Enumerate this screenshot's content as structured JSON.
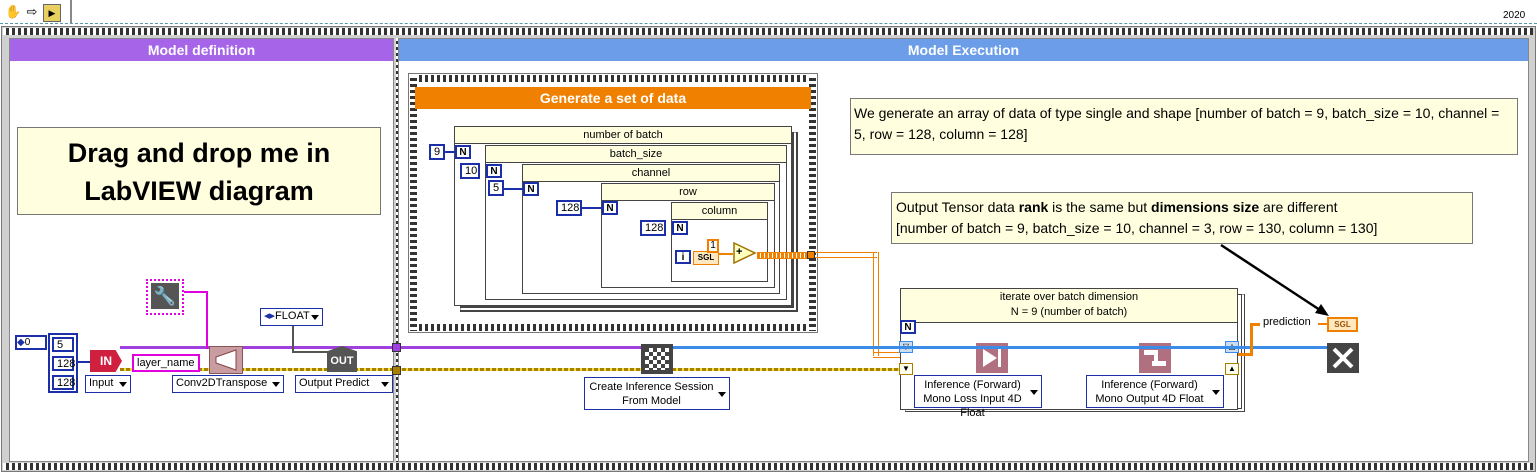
{
  "toolbar": {
    "version": "2020"
  },
  "model_definition": {
    "title": "Model definition",
    "drag_note": "Drag and drop me in LabVIEW diagram",
    "shape_constant": [
      "0",
      "5",
      "128",
      "128"
    ],
    "input_label": "Input",
    "layer_name": "layer_name",
    "layer_selector": "Conv2DTranspose",
    "dtype": "FLOAT",
    "output_selector": "Output Predict",
    "in_icon_text": "IN",
    "out_icon_text": "OUT"
  },
  "model_execution": {
    "title": "Model Execution",
    "generate_box": {
      "title": "Generate a set of data",
      "loops": [
        "number of batch",
        "batch_size",
        "channel",
        "row",
        "column"
      ],
      "counts": [
        "9",
        "10",
        "5",
        "128",
        "128"
      ],
      "loop_terminal": "N",
      "index_terminal": "i",
      "increment_constant": "1",
      "conversion_label": "SGL",
      "add_symbol": "+"
    },
    "description": "We generate an array of data of type single and shape [number of batch = 9, batch_size = 10, channel = 5, row = 128, column = 128]",
    "output_note": {
      "prefix": "Output Tensor data ",
      "rank": "rank",
      "middle": " is the same but ",
      "dims": "dimensions size",
      "suffix": " are different",
      "line2": "[number of batch = 9, batch_size = 10, channel = 3, row = 130, column = 130]"
    },
    "create_session": "Create Inference Session From Model",
    "iterate_loop": {
      "line1": "iterate over batch dimension",
      "line2": "N = 9 (number of batch)"
    },
    "inference_input": "Inference (Forward) Mono Loss Input 4D Float",
    "inference_output": "Inference (Forward) Mono Output 4D Float",
    "prediction_label": "prediction",
    "prediction_type": "SGL"
  },
  "colors": {
    "purple_header": "#a664e8",
    "blue_header": "#6b9de8",
    "orange_header": "#f08000",
    "wire_blue": "#3b8be8",
    "wire_purple": "#a040e0",
    "wire_orange": "#f08020"
  }
}
